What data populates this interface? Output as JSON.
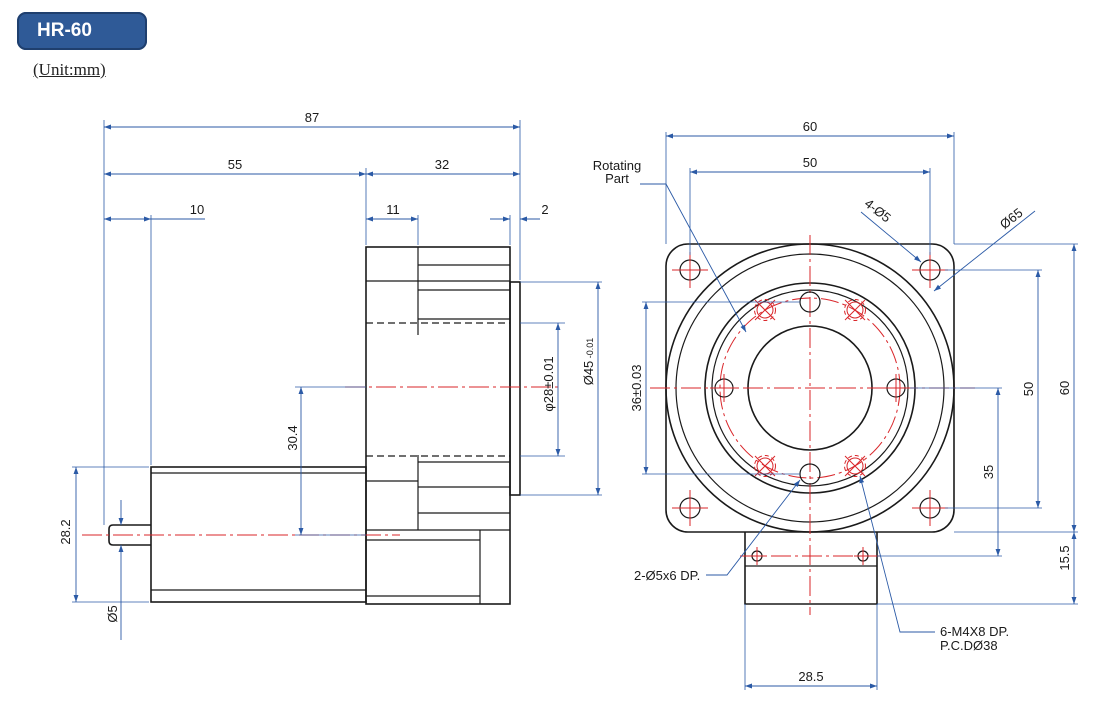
{
  "header": {
    "model": "HR-60",
    "unit": "(Unit:mm)"
  },
  "side_view": {
    "dims": {
      "overall": "87",
      "motor": "55",
      "reducer": "32",
      "shaft": "10",
      "flange": "11",
      "step": "2",
      "offset": "30.4",
      "shaft_height": "28.2",
      "shaft_dia": "Ø5",
      "bore": "φ28±0.01",
      "pilot_main": "Ø45",
      "pilot_tol": "-0.01"
    }
  },
  "front_view": {
    "dims": {
      "width": "60",
      "hole_span": "50",
      "holes": "4-Ø5",
      "pcd": "Ø65",
      "bolt_pitch": "36±0.03",
      "vert_span": "50",
      "height": "60",
      "center_h": "35",
      "base_h": "15.5",
      "base_w": "28.5"
    },
    "notes": {
      "rotating_1": "Rotating",
      "rotating_2": "Part",
      "pin_holes": "2-Ø5x6 DP.",
      "tap_1": "6-M4X8 DP.",
      "tap_2": "P.C.DØ38"
    }
  }
}
